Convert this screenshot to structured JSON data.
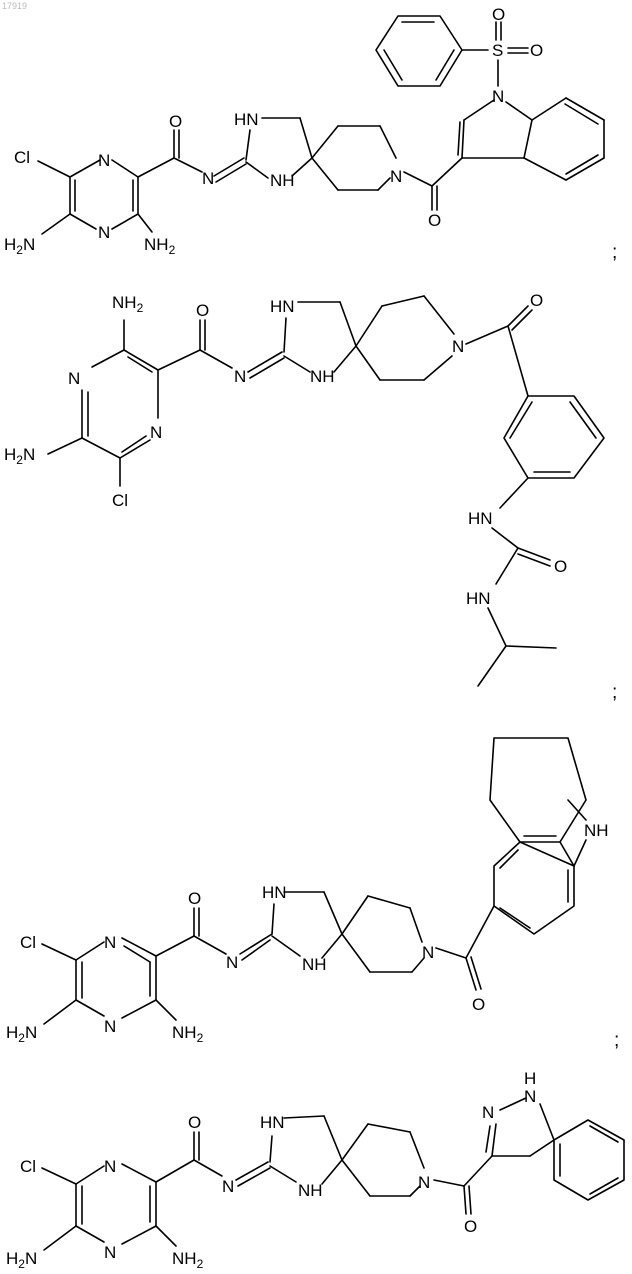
{
  "page_id": "17919",
  "separator": ";",
  "atoms": {
    "Cl": "Cl",
    "N": "N",
    "NH": "NH",
    "HN": "HN",
    "H2N": "H2N",
    "NH2": "NH2",
    "O": "O",
    "S": "S",
    "H": "H",
    "NH_bare": "N"
  }
}
